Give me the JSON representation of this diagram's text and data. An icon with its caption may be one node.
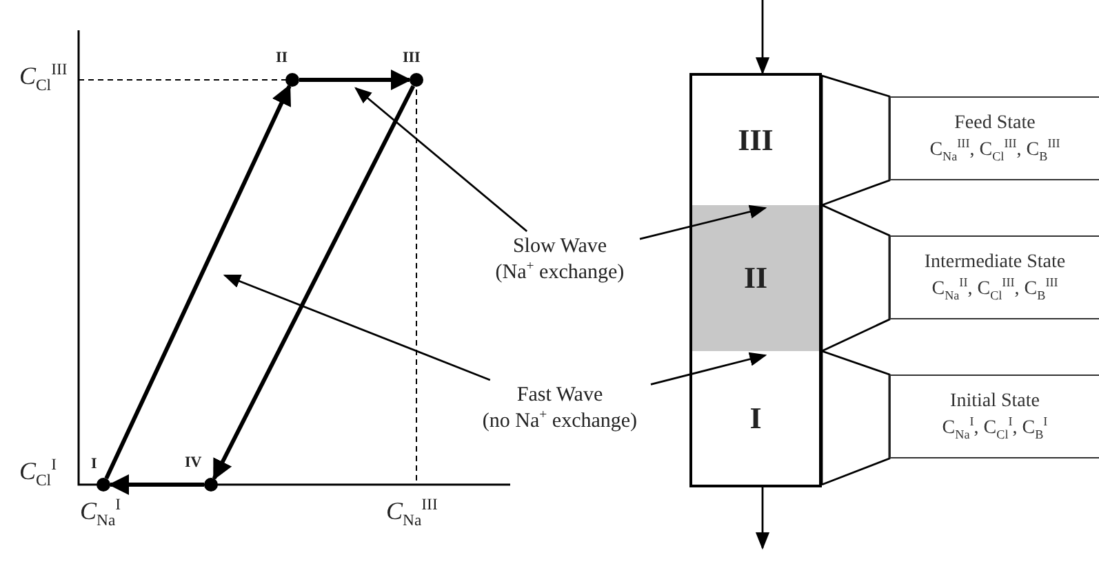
{
  "diagram": {
    "nodes": [
      {
        "text": [],
        "shape": "circle",
        "beside": [
          "I"
        ]
      },
      {
        "text": [],
        "shape": "circle",
        "beside": [
          "II"
        ]
      },
      {
        "text": [],
        "shape": "circle",
        "beside": [
          "III"
        ]
      },
      {
        "text": [],
        "shape": "circle",
        "beside": [
          "IV"
        ]
      },
      {
        "text": [
          "Slow Wave",
          "(Na$^{+}$ exchange)"
        ]
      },
      {
        "text": [
          "Fast Wave",
          "(no Na$^{+}$ exchange)"
        ]
      },
      {
        "text": [],
        "shape": "box"
      },
      {
        "text": [
          "III"
        ],
        "in": 6
      },
      {
        "text": [
          "II"
        ],
        "in": 6
      },
      {
        "text": [
          "I"
        ],
        "in": 6
      },
      {
        "text": [
          "Feed State",
          "C$_{Na}$$^{III}$, C$_{Cl}$$^{III}$, C$_{B}$$^{III}$"
        ]
      },
      {
        "text": [
          "Intermediate State",
          "C$_{Na}$$^{II}$, C$_{Cl}$$^{III}$, C$_{B}$$^{III}$"
        ]
      },
      {
        "text": [
          "Initial State",
          "C$_{Na}$$^{I}$, C$_{Cl}$$^{I}$, C$_{B}$$^{I}$"
        ]
      }
    ],
    "edges": [
      {
        "from": 0,
        "to": 1,
        "arrow": "to",
        "style": "thick"
      },
      {
        "from": 1,
        "to": 2,
        "arrow": "to",
        "style": "thick"
      },
      {
        "from": 2,
        "to": 3,
        "arrow": "to",
        "style": "thick"
      },
      {
        "from": 3,
        "to": 0,
        "arrow": "to",
        "style": "thick"
      },
      {
        "from": 4,
        "to": null,
        "arrow": "to"
      },
      {
        "from": 4,
        "to": 8,
        "arrow": "to"
      },
      {
        "from": 5,
        "to": null,
        "arrow": "to"
      },
      {
        "from": 5,
        "to": 9,
        "arrow": "to"
      },
      {
        "from": null,
        "to": 6,
        "arrow": "to"
      },
      {
        "from": 6,
        "to": null,
        "arrow": "to"
      },
      {
        "from": 7,
        "to": 10,
        "arrow": "none"
      },
      {
        "from": 8,
        "to": 11,
        "arrow": "none"
      },
      {
        "from": 9,
        "to": 12,
        "arrow": "none"
      }
    ],
    "labels": [
      "*C*$_{Cl}$$^{III}$",
      "*C*$_{Cl}$$^{I}$",
      "*C*$_{Na}$$^{I}$",
      "*C*$_{Na}$$^{III}$"
    ]
  }
}
